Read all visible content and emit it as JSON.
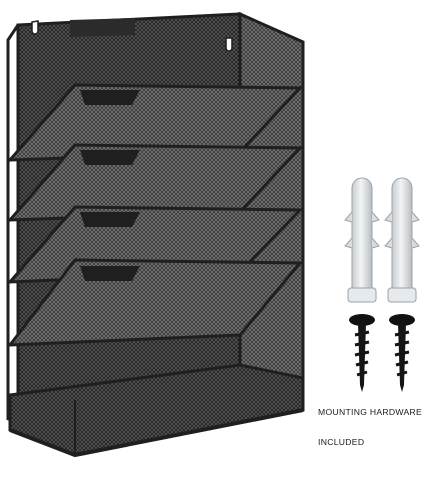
{
  "product": {
    "image_subject": "wall-mount-mesh-file-organizer",
    "frame_color": "#2a2a2a",
    "mesh_color": "#4a4a4a",
    "anchor_color": "#dfe3e6",
    "screw_color": "#111111"
  },
  "inset": {
    "caption_line_1": "MOUNTING HARDWARE",
    "caption_line_2": "INCLUDED",
    "icon": "mounting-hardware-icon"
  }
}
